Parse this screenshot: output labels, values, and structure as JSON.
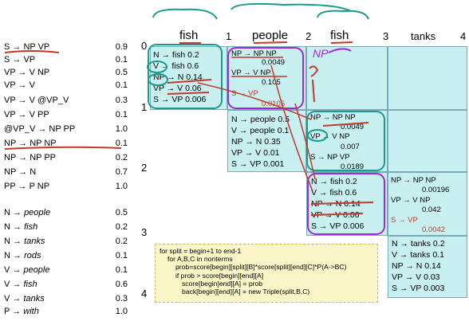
{
  "grammar": [
    {
      "lhs": "S → NP VP",
      "prob": "0.9"
    },
    {
      "lhs": "S → VP",
      "prob": "0.1"
    },
    {
      "lhs": "VP → V NP",
      "prob": "0.5"
    },
    {
      "lhs": "VP → V",
      "prob": "0.1"
    },
    {
      "lhs": "VP → V @VP_V",
      "prob": "0.3"
    },
    {
      "lhs": "VP → V PP",
      "prob": "0.1"
    },
    {
      "lhs": "@VP_V → NP PP",
      "prob": "1.0"
    },
    {
      "lhs": "NP → NP NP",
      "prob": "0.1"
    },
    {
      "lhs": "NP → NP PP",
      "prob": "0.2"
    },
    {
      "lhs": "NP → N",
      "prob": "0.7"
    },
    {
      "lhs": "PP → P NP",
      "prob": "1.0"
    }
  ],
  "lexicon": [
    {
      "head": "N → ",
      "word": "people",
      "prob": "0.5"
    },
    {
      "head": "N → ",
      "word": "fish",
      "prob": "0.2"
    },
    {
      "head": "N → ",
      "word": "tanks",
      "prob": "0.2"
    },
    {
      "head": "N → ",
      "word": "rods",
      "prob": "0.1"
    },
    {
      "head": "V → ",
      "word": "people",
      "prob": "0.1"
    },
    {
      "head": "V → ",
      "word": "fish",
      "prob": "0.6"
    },
    {
      "head": "V → ",
      "word": "tanks",
      "prob": "0.3"
    },
    {
      "head": "P → ",
      "word": "with",
      "prob": "1.0"
    }
  ],
  "words": [
    "fish",
    "people",
    "fish",
    "tanks"
  ],
  "indices": [
    "0",
    "1",
    "2",
    "3",
    "4"
  ],
  "cells": {
    "c01": [
      "N → fish 0.2",
      "V → fish 0.6",
      "NP → N 0.14",
      "VP → V 0.06",
      "S → VP 0.006"
    ],
    "c02": [
      "NP → NP NP",
      "0.0049",
      "VP → V NP",
      "0.105",
      "S → VP",
      "0.0105"
    ],
    "c12": [
      "N → people 0.5",
      "V → people 0.1",
      "NP → N 0.35",
      "VP → V 0.01",
      "S → VP 0.001"
    ],
    "c13": [
      "NP → NP NP",
      "0.0049",
      "VP → V NP",
      "0.007",
      "S → NP VP",
      "0.0189"
    ],
    "c23": [
      "N → fish 0.2",
      "V → fish 0.6",
      "NP → N 0.14",
      "VP → V 0.06",
      "S → VP 0.006"
    ],
    "c24": [
      "NP → NP NP",
      "0.00196",
      "VP → V NP",
      "0.042",
      "S → VP",
      "0.0042"
    ],
    "c34": [
      "N → tanks 0.2",
      "V → tanks 0.1",
      "NP → N 0.14",
      "VP → V 0.03",
      "S → VP 0.003"
    ]
  },
  "code": [
    "for split = begin+1 to end-1",
    "  for A,B,C in nonterms",
    "    prob=score[begin][split][B]*score[split][end][C]*P(A->BC)",
    "    if prob > score[begin][end][A]",
    "      score[begin]end][A] = prob",
    "      back[begin][end][A] = new Triple(split,B,C)"
  ],
  "colors": {
    "cell": "#c9f0f0",
    "code_bg": "#fbf6c8",
    "ink_red": "#c0392b",
    "ink_teal": "#1a9a8a",
    "ink_purple": "#9b2bd6"
  }
}
